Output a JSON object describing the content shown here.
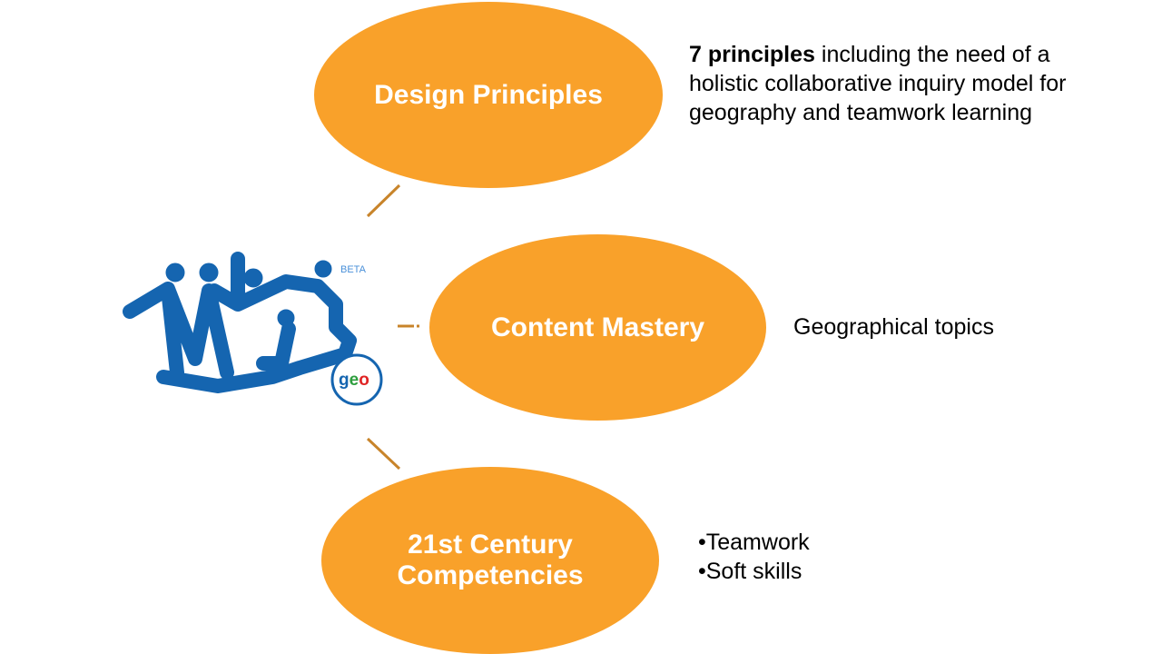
{
  "colors": {
    "ellipse": "#F9A12A",
    "connector": "#C8842A",
    "logo_blue": "#1565B0"
  },
  "logo": {
    "badge": "BETA",
    "sub": "geo"
  },
  "nodes": [
    {
      "title": "Design Principles",
      "desc_bold": "7 principles",
      "desc": " including the need of a holistic collaborative inquiry model for geography and teamwork learning"
    },
    {
      "title": "Content Mastery",
      "desc": "Geographical topics"
    },
    {
      "title": "21st Century Competencies",
      "bullets": [
        "•Teamwork",
        "•Soft skills"
      ]
    }
  ]
}
